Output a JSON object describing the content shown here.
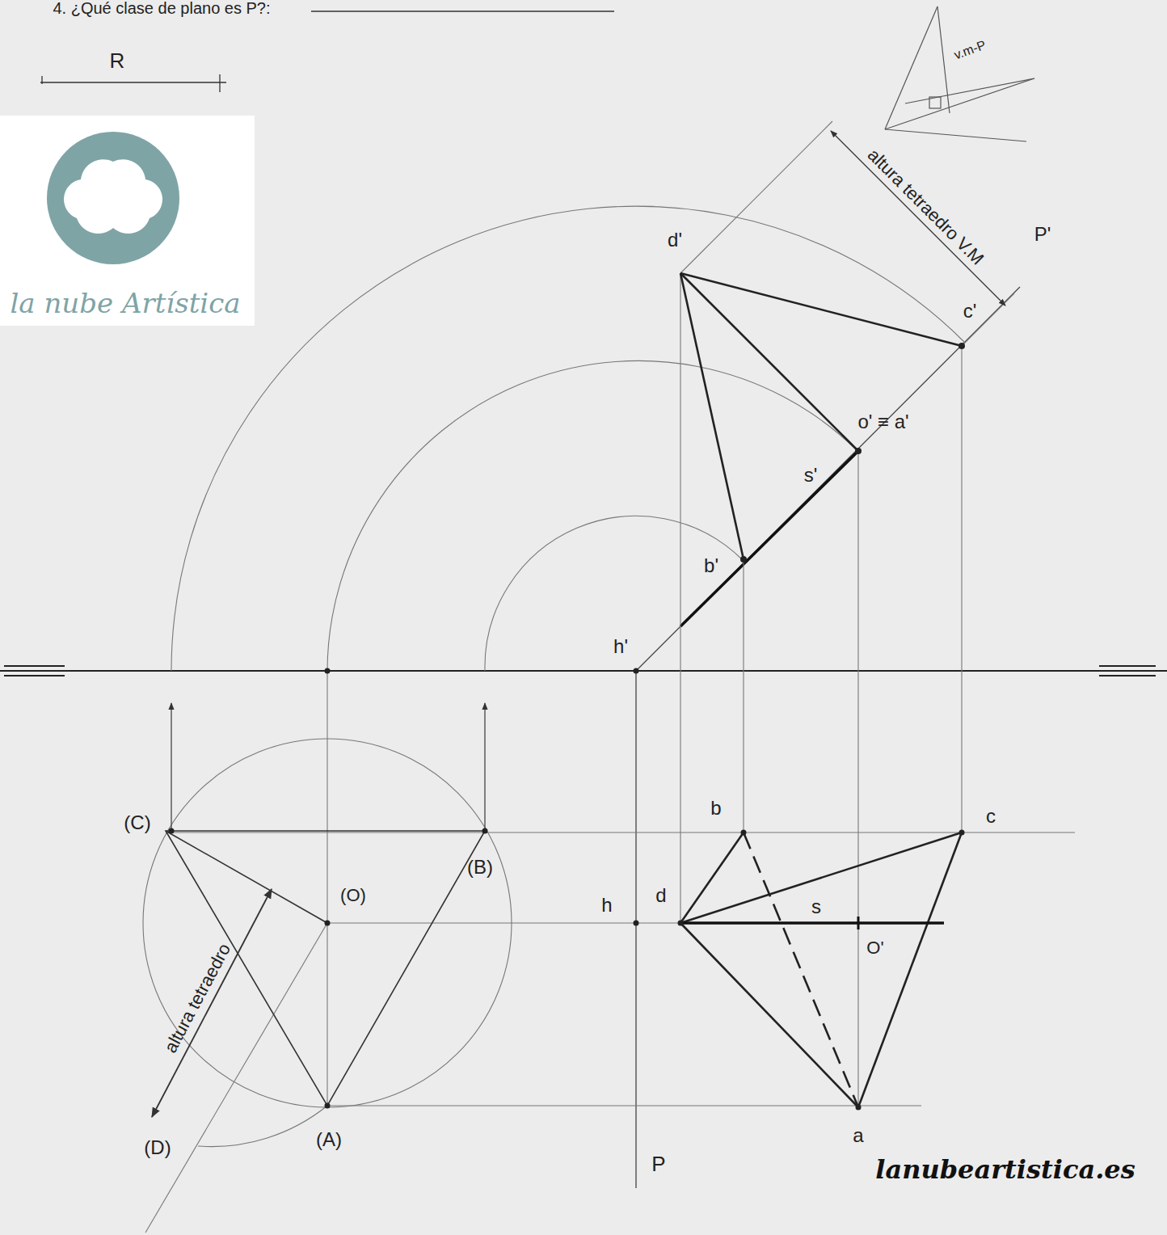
{
  "diagram": {
    "labels": [
      "4. ¿Qué clase de plano es P?:",
      "R",
      "v.m-P",
      "altura tetraedro V.M",
      "P'",
      "d'",
      "c'",
      "o' ≡ a'",
      "s'",
      "b'",
      "h'",
      "(C)",
      "(B)",
      "(O)",
      "b",
      "c",
      "h",
      "d",
      "s",
      "O'",
      "altura tetraedro",
      "(D)",
      "(A)",
      "a",
      "P",
      "la nube Artística",
      "lanubeartistica.es"
    ]
  }
}
